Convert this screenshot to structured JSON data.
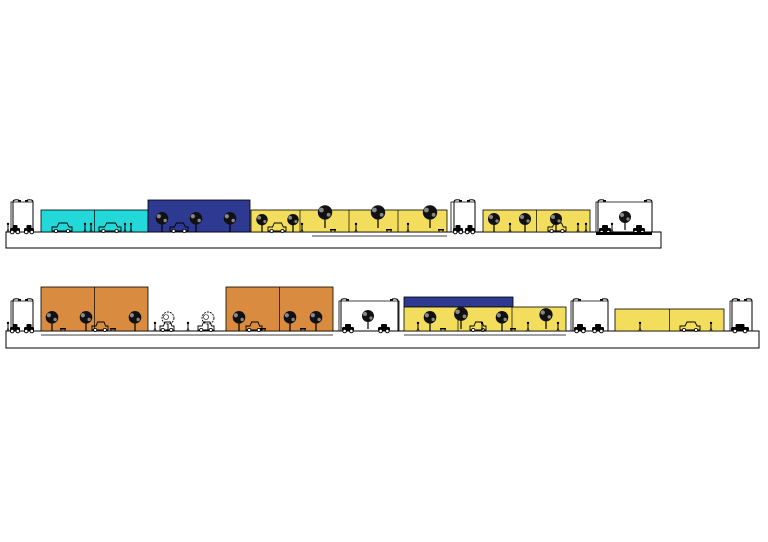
{
  "diagram": {
    "type": "street-section-elevations",
    "colors": {
      "background": "#ffffff",
      "outline": "#000000",
      "cyan": "#22d8d8",
      "blue": "#2e3a91",
      "yellow": "#f3dd5c",
      "orange": "#d98b3f"
    },
    "sections": [
      {
        "buildings": [
          {
            "color": "cyan",
            "bays": 2
          },
          {
            "color": "blue",
            "bays": 1
          },
          {
            "color": "yellow",
            "bays": 4
          },
          {
            "color": "yellow",
            "bays": 2
          }
        ]
      },
      {
        "buildings": [
          {
            "color": "orange",
            "bays": 2
          },
          {
            "color": "orange",
            "bays": 2
          },
          {
            "color": "blue",
            "bays": 1
          },
          {
            "color": "yellow",
            "bays": 3
          },
          {
            "color": "yellow",
            "bays": 2
          }
        ]
      }
    ],
    "icons": [
      "tree-icon",
      "car-icon",
      "street-lamp-icon",
      "pedestrian-icon",
      "bench-icon"
    ]
  }
}
